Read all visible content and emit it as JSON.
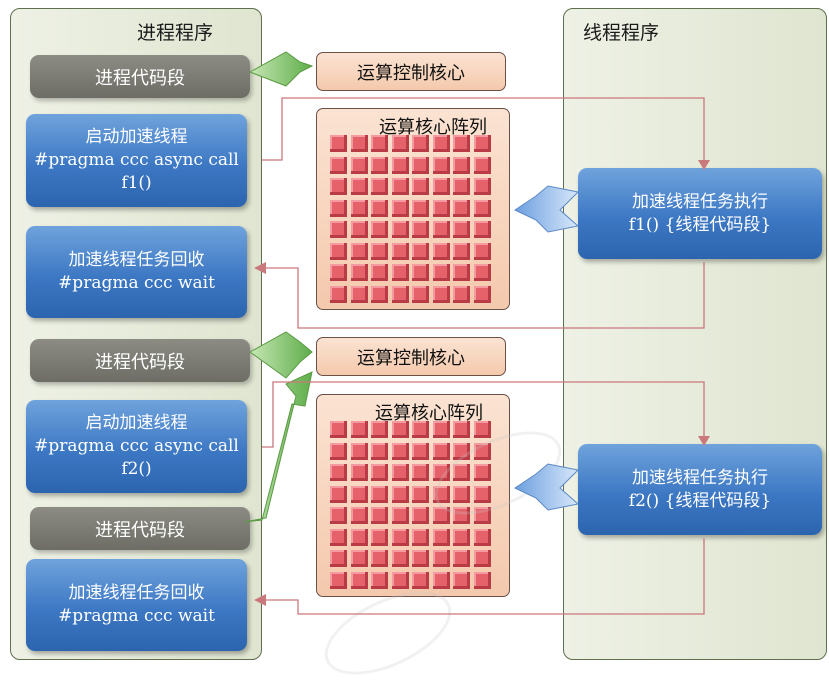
{
  "process_panel": {
    "title": "进程程序",
    "code_segment_1": "进程代码段",
    "start_thread_1": [
      "启动加速线程",
      "#pragma ccc async call",
      "f1()"
    ],
    "collect_1": [
      "加速线程任务回收",
      "#pragma ccc wait"
    ],
    "code_segment_2": "进程代码段",
    "start_thread_2": [
      "启动加速线程",
      "#pragma ccc async call",
      "f2()"
    ],
    "code_segment_3": "进程代码段",
    "collect_2": [
      "加速线程任务回收",
      "#pragma ccc wait"
    ]
  },
  "thread_panel": {
    "title": "线程程序",
    "exec_1": [
      "加速线程任务执行",
      "f1() {线程代码段}"
    ],
    "exec_2": [
      "加速线程任务执行",
      "f2() {线程代码段}"
    ]
  },
  "core_group_1": {
    "control_core": "运算控制核心",
    "array_title": "运算核心阵列"
  },
  "core_group_2": {
    "control_core": "运算控制核心",
    "array_title": "运算核心阵列"
  },
  "colors": {
    "panel_bg": "#e6ead9",
    "gray_box": "#7b7b74",
    "blue_box": "#3d78c4",
    "peach_box": "#f7d3bb",
    "core_cell": "#e5626a",
    "flow_line": "#c9787c",
    "green_arrow": "#7fc06a",
    "blue_arrow": "#8fb7e8"
  }
}
